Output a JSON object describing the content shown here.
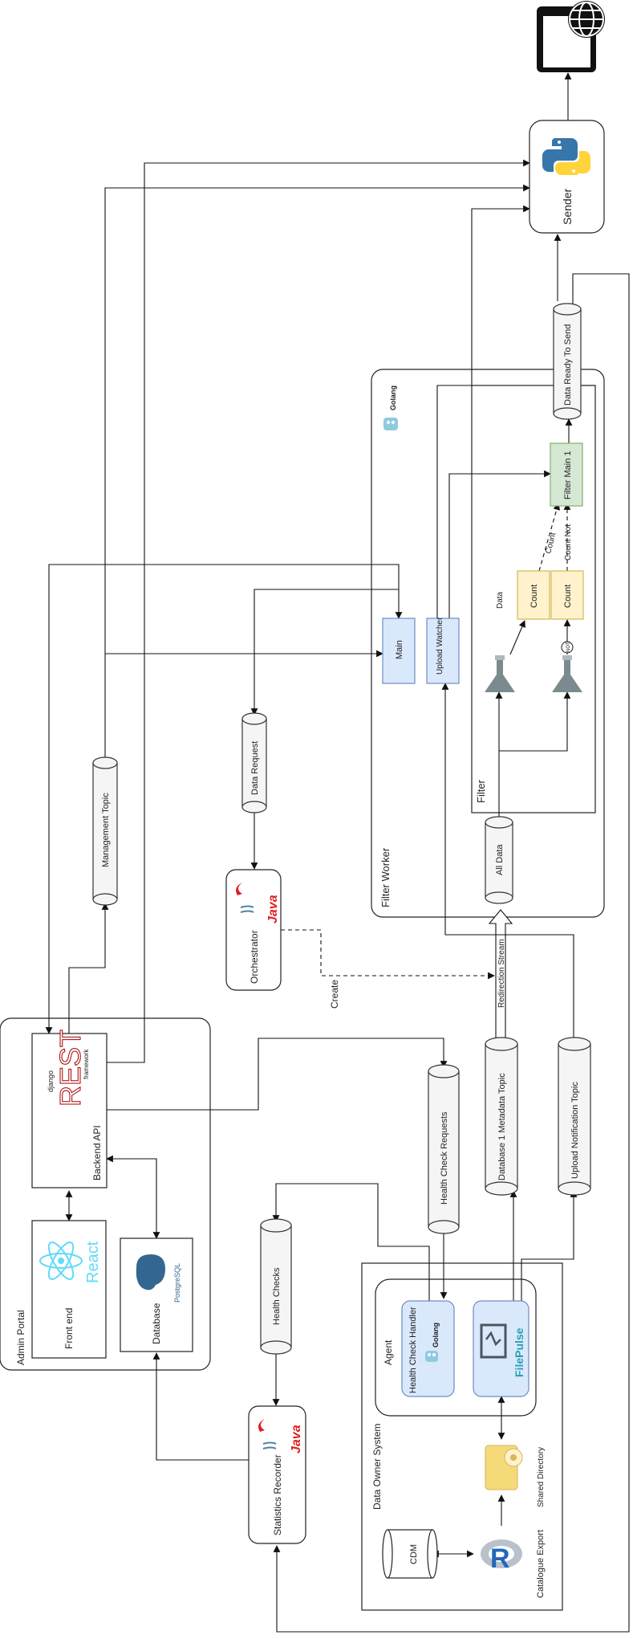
{
  "groups": {
    "admin_portal": "Admin Portal",
    "filter_worker": "Filter Worker",
    "filter": "Filter",
    "data_owner_system": "Data Owner System",
    "agent": "Agent"
  },
  "nodes": {
    "sender": "Sender",
    "backend_api": "Backend API",
    "front_end": "Front end",
    "database": "Database",
    "orchestrator": "Orchestrator",
    "statistics_recorder": "Statistics Recorder",
    "main": "Main",
    "upload_watcher": "Upload Watcher",
    "count_1": "Count",
    "count_2": "Count",
    "filter_main": "Filter Main 1",
    "health_check_handler": "Health Check Handler",
    "cdm": "CDM",
    "shared_directory": "Shared Directory",
    "catalogue_export": "Catalogue Export"
  },
  "topics": {
    "data_ready": "Data Ready To Send",
    "management": "Management Topic",
    "data_request": "Data Request",
    "all_data": "All Data",
    "health_check_requests": "Health Check Requests",
    "metadata": "Database 1 Metadata Topic",
    "upload_notification": "Upload Notification Topic",
    "health_checks": "Health Checks"
  },
  "edge_labels": {
    "data": "Data",
    "count": "Count",
    "count_not": "Count Not",
    "not": "NOT",
    "redirection_stream": "Redirection Stream",
    "create": "Create"
  },
  "logos": {
    "golang": "Golang",
    "java": "Java",
    "django": "django",
    "rest": "REST",
    "framework": "framework",
    "react": "React",
    "postgresql": "PostgreSQL",
    "filepulse": "FilePulse"
  },
  "colors": {
    "blue_fill": "#dae8fc",
    "blue_stroke": "#6c8ebf",
    "yellow_fill": "#fff2cc",
    "yellow_stroke": "#d6b656",
    "green_fill": "#d5e8d4",
    "green_stroke": "#82b366",
    "java_red": "#e11f21",
    "python_blue": "#3776ab",
    "python_yellow": "#ffd43b",
    "react_cyan": "#61dafb",
    "filepulse_teal": "#2aa1b3"
  }
}
